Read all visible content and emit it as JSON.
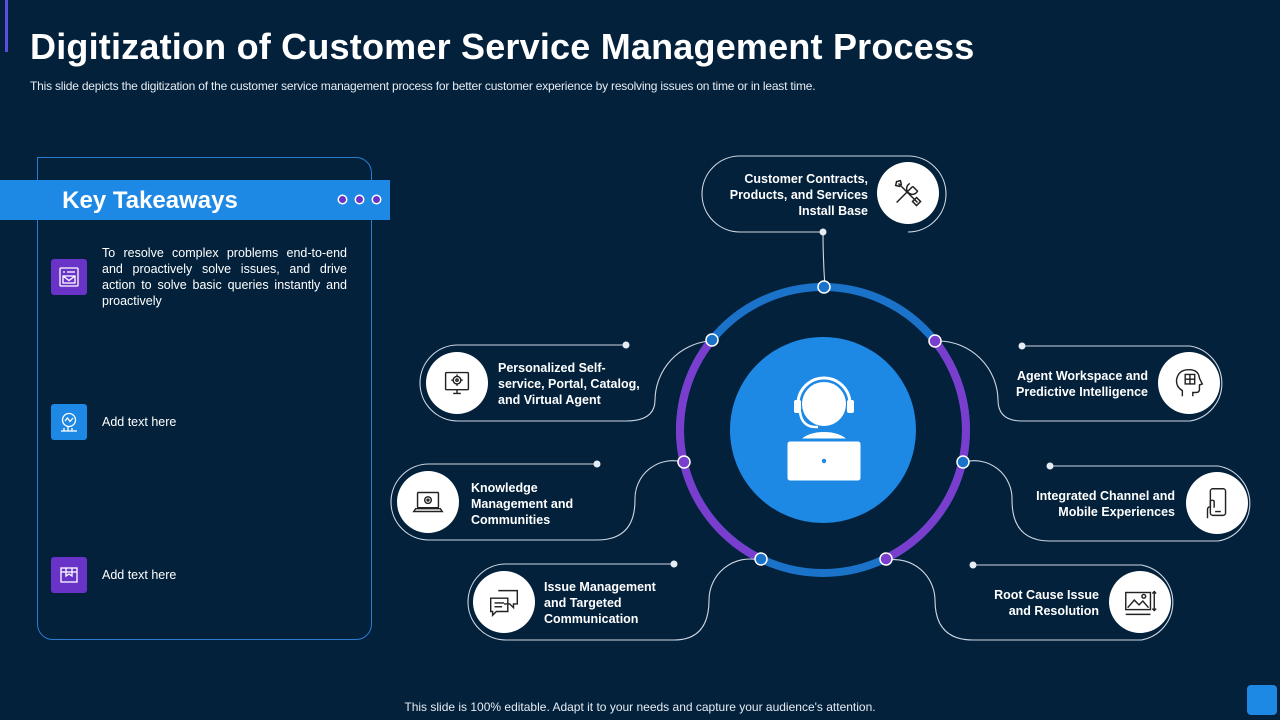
{
  "slide": {
    "title": "Digitization of Customer Service Management Process",
    "subtitle": "This slide depicts the digitization of the customer service management process for better customer experience by resolving issues on time or in least time.",
    "footer": "This slide is 100% editable. Adapt it to your needs and capture your audience's attention."
  },
  "takeaways": {
    "heading": "Key Takeaways",
    "items": [
      {
        "text": "To resolve complex problems end-to-end and proactively solve issues, and drive action to solve basic queries instantly and proactively",
        "icon": "mail-icon",
        "color": "#6a33c7"
      },
      {
        "text": "Add text here",
        "icon": "analytics-icon",
        "color": "#1e88e5"
      },
      {
        "text": "Add text here",
        "icon": "box-icon",
        "color": "#6a33c7"
      }
    ]
  },
  "diagram": {
    "center_icon": "customer-support-agent-icon",
    "nodes": [
      {
        "id": "contracts",
        "lines": [
          "Customer Contracts,",
          "Products, and Services",
          "Install Base"
        ],
        "icon": "tools-icon"
      },
      {
        "id": "agent-workspace",
        "lines": [
          "Agent Workspace and",
          "Predictive Intelligence"
        ],
        "icon": "head-puzzle-icon"
      },
      {
        "id": "integrated-channel",
        "lines": [
          "Integrated Channel and",
          "Mobile Experiences"
        ],
        "icon": "mobile-touch-icon"
      },
      {
        "id": "root-cause",
        "lines": [
          "Root Cause Issue",
          "and Resolution"
        ],
        "icon": "image-measure-icon"
      },
      {
        "id": "issue-management",
        "lines": [
          "Issue Management",
          "and Targeted",
          "Communication"
        ],
        "icon": "chat-bubbles-icon"
      },
      {
        "id": "knowledge",
        "lines": [
          "Knowledge",
          "Management and",
          "Communities"
        ],
        "icon": "laptop-gear-icon"
      },
      {
        "id": "self-service",
        "lines": [
          "Personalized Self-",
          "service, Portal, Catalog,",
          "and Virtual Agent"
        ],
        "icon": "monitor-gear-icon"
      }
    ]
  },
  "colors": {
    "background": "#03213b",
    "accent_blue": "#1e88e5",
    "accent_purple": "#6a33c7",
    "ring_blue": "#1a73c9",
    "ring_purple": "#7a3ecf"
  }
}
